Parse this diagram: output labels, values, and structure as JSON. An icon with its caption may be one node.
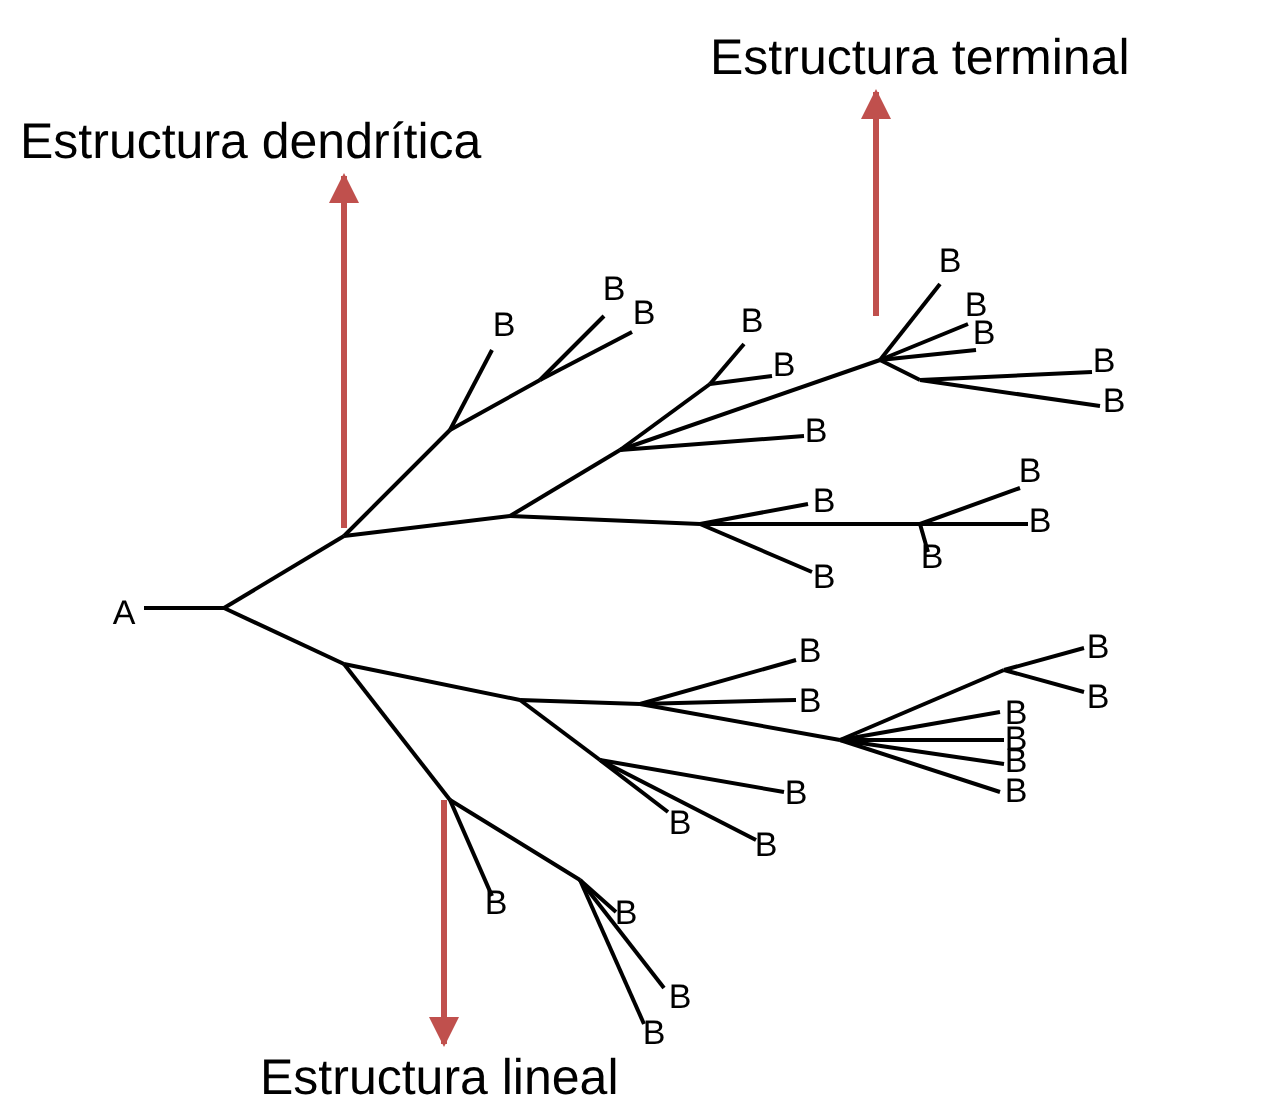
{
  "diagram": {
    "nodes": [
      {
        "text": [
          "Estructura terminal"
        ]
      },
      {
        "text": [
          "Estructura dendrítica"
        ]
      },
      {
        "text": [
          "Estructura lineal"
        ]
      }
    ],
    "edges": [
      {
        "from": null,
        "to": 0,
        "arrow": "to"
      },
      {
        "from": null,
        "to": 1,
        "arrow": "to"
      },
      {
        "from": null,
        "to": 2,
        "arrow": "to"
      }
    ],
    "labels": [
      "B",
      "B",
      "B",
      "B",
      "B",
      "B",
      "B",
      "B",
      "B",
      "B",
      "B",
      "B",
      "B",
      "B",
      "B",
      "B",
      "A",
      "B",
      "B",
      "B",
      "B",
      "B",
      "B",
      "B",
      "B",
      "B",
      "B",
      "B",
      "B",
      "B",
      "B",
      "B"
    ]
  }
}
